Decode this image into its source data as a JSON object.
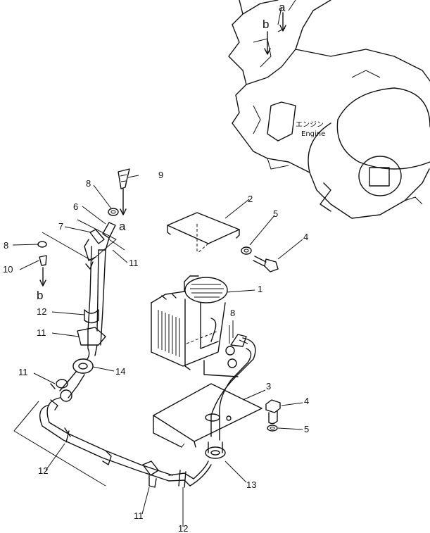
{
  "engine": {
    "label_jp": "エンジン",
    "label_en": "Engine"
  },
  "markers": {
    "a": "a",
    "b": "b"
  },
  "callouts": {
    "c1": "1",
    "c2": "2",
    "c3": "3",
    "c4_top": "4",
    "c4_bottom": "4",
    "c5_top": "5",
    "c5_bottom": "5",
    "c6": "6",
    "c7": "7",
    "c8_top": "8",
    "c8_left": "8",
    "c8_mid": "8",
    "c9": "9",
    "c10": "10",
    "c11_a": "11",
    "c11_b": "11",
    "c11_c": "11",
    "c11_d": "11",
    "c12_a": "12",
    "c12_b": "12",
    "c12_c": "12",
    "c13": "13",
    "c14": "14"
  }
}
